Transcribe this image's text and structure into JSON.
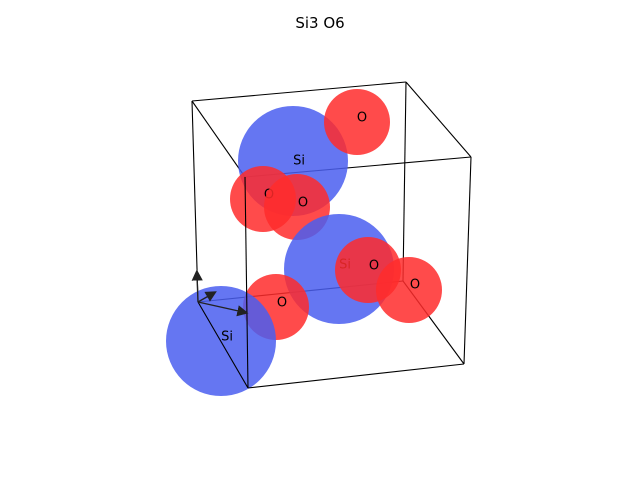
{
  "title": "Si3 O6",
  "colors": {
    "Si": "#4a5ef0",
    "O": "#ff2b2b",
    "cell_edge": "#000000",
    "axis_arrow": "#222222"
  },
  "atoms": [
    {
      "element": "Si",
      "label": "Si"
    },
    {
      "element": "O",
      "label": "O"
    },
    {
      "element": "O",
      "label": "O"
    },
    {
      "element": "O",
      "label": "O"
    },
    {
      "element": "Si",
      "label": "Si"
    },
    {
      "element": "O",
      "label": "O"
    },
    {
      "element": "O",
      "label": "O"
    },
    {
      "element": "O",
      "label": "O"
    },
    {
      "element": "Si",
      "label": "Si"
    }
  ]
}
